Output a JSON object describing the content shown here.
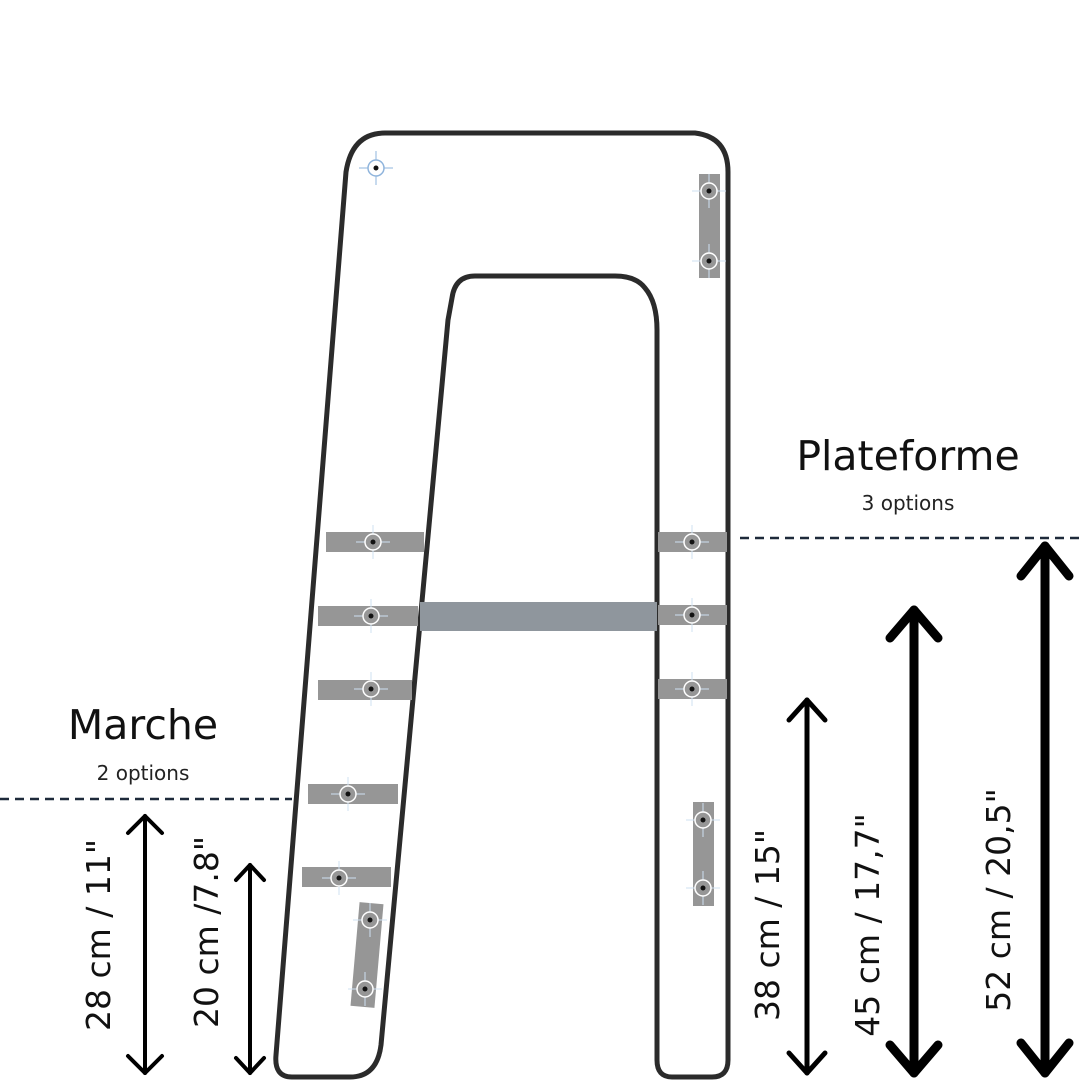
{
  "platform": {
    "title": "Plateforme",
    "subtitle": "3 options"
  },
  "step": {
    "title": "Marche",
    "subtitle": "2 options"
  },
  "dimensions": {
    "step_28": "28 cm / 11\"",
    "step_20": "20 cm /7.8\"",
    "plat_38": "38 cm / 15\"",
    "plat_45": "45 cm / 17,7\"",
    "plat_52": "52 cm / 20,5\""
  },
  "colors": {
    "outline": "#2b2b2b",
    "bracket": "#969696",
    "crossbar": "#8f969d",
    "dashed": "#1e2a3a",
    "arrow": "#000000",
    "screw_ring": "#8fb4dc"
  }
}
